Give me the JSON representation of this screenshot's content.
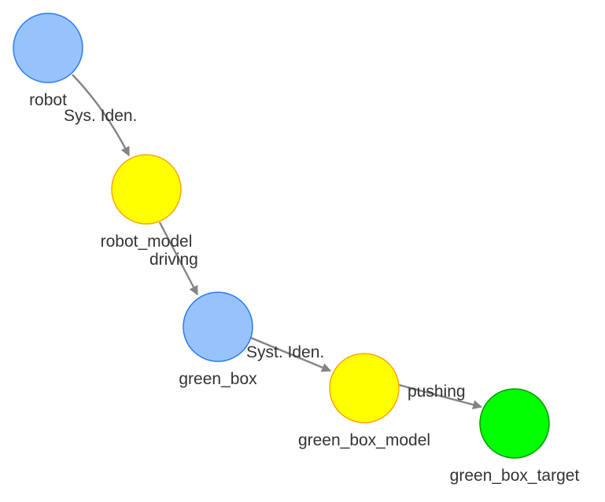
{
  "graph": {
    "nodes": [
      {
        "id": "robot",
        "label": "robot",
        "kind": "physical",
        "color": "#97C2FC",
        "border": "#2B7CE9"
      },
      {
        "id": "robot_model",
        "label": "robot_model",
        "kind": "model",
        "color": "#FFFF00",
        "border": "#FFA500"
      },
      {
        "id": "green_box",
        "label": "green_box",
        "kind": "physical",
        "color": "#97C2FC",
        "border": "#2B7CE9"
      },
      {
        "id": "green_box_model",
        "label": "green_box_model",
        "kind": "model",
        "color": "#FFFF00",
        "border": "#FFA500"
      },
      {
        "id": "green_box_target",
        "label": "green_box_target",
        "kind": "target",
        "color": "#00FF00",
        "border": "#009900"
      }
    ],
    "edges": [
      {
        "from": "robot",
        "to": "robot_model",
        "label": "Sys. Iden."
      },
      {
        "from": "robot_model",
        "to": "green_box",
        "label": "driving"
      },
      {
        "from": "green_box",
        "to": "green_box_model",
        "label": "Syst. Iden."
      },
      {
        "from": "green_box_model",
        "to": "green_box_target",
        "label": "pushing"
      }
    ],
    "edge_color": "#848484"
  }
}
